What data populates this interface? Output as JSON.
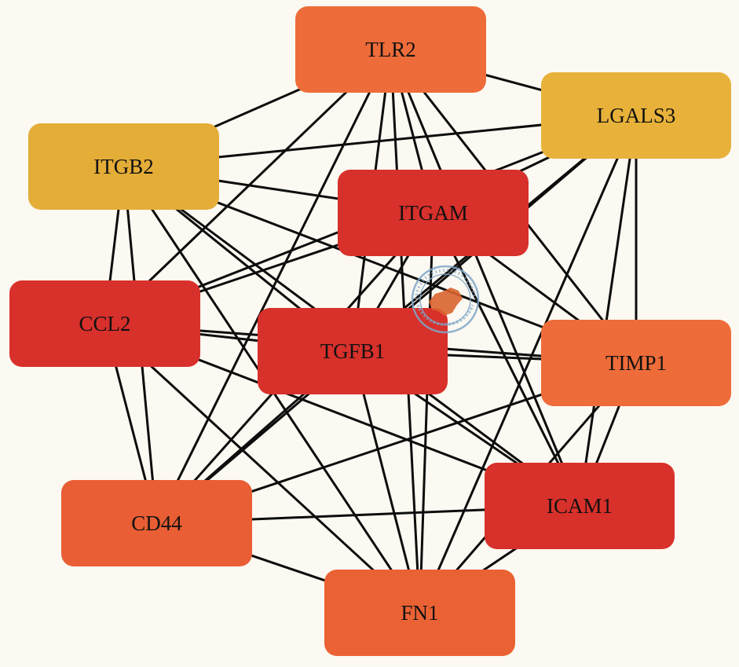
{
  "nodes": [
    {
      "id": "TLR2",
      "label": "TLR2",
      "color": "#ee6c3a"
    },
    {
      "id": "LGALS3",
      "label": "LGALS3",
      "color": "#e8b23a"
    },
    {
      "id": "ITGB2",
      "label": "ITGB2",
      "color": "#e4ad38"
    },
    {
      "id": "ITGAM",
      "label": "ITGAM",
      "color": "#d8302b"
    },
    {
      "id": "CCL2",
      "label": "CCL2",
      "color": "#d8302b"
    },
    {
      "id": "TGFB1",
      "label": "TGFB1",
      "color": "#d8302b"
    },
    {
      "id": "TIMP1",
      "label": "TIMP1",
      "color": "#ee6c3a"
    },
    {
      "id": "CD44",
      "label": "CD44",
      "color": "#e95e34"
    },
    {
      "id": "ICAM1",
      "label": "ICAM1",
      "color": "#d8302b"
    },
    {
      "id": "FN1",
      "label": "FN1",
      "color": "#ea6234"
    }
  ],
  "edges": [
    [
      "TLR2",
      "LGALS3"
    ],
    [
      "TLR2",
      "ITGB2"
    ],
    [
      "TLR2",
      "ITGAM"
    ],
    [
      "TLR2",
      "CCL2"
    ],
    [
      "TLR2",
      "TGFB1"
    ],
    [
      "TLR2",
      "TIMP1"
    ],
    [
      "TLR2",
      "CD44"
    ],
    [
      "TLR2",
      "ICAM1"
    ],
    [
      "TLR2",
      "FN1"
    ],
    [
      "LGALS3",
      "ITGB2"
    ],
    [
      "LGALS3",
      "ITGAM"
    ],
    [
      "LGALS3",
      "CCL2"
    ],
    [
      "LGALS3",
      "TGFB1"
    ],
    [
      "LGALS3",
      "TIMP1"
    ],
    [
      "LGALS3",
      "CD44"
    ],
    [
      "LGALS3",
      "ICAM1"
    ],
    [
      "LGALS3",
      "FN1"
    ],
    [
      "ITGB2",
      "ITGAM"
    ],
    [
      "ITGB2",
      "CCL2"
    ],
    [
      "ITGB2",
      "TGFB1"
    ],
    [
      "ITGB2",
      "TIMP1"
    ],
    [
      "ITGB2",
      "CD44"
    ],
    [
      "ITGB2",
      "ICAM1"
    ],
    [
      "ITGB2",
      "FN1"
    ],
    [
      "ITGAM",
      "CCL2"
    ],
    [
      "ITGAM",
      "TGFB1"
    ],
    [
      "ITGAM",
      "TIMP1"
    ],
    [
      "ITGAM",
      "CD44"
    ],
    [
      "ITGAM",
      "ICAM1"
    ],
    [
      "ITGAM",
      "FN1"
    ],
    [
      "CCL2",
      "TGFB1"
    ],
    [
      "CCL2",
      "TIMP1"
    ],
    [
      "CCL2",
      "CD44"
    ],
    [
      "CCL2",
      "ICAM1"
    ],
    [
      "CCL2",
      "FN1"
    ],
    [
      "TGFB1",
      "TIMP1"
    ],
    [
      "TGFB1",
      "CD44"
    ],
    [
      "TGFB1",
      "ICAM1"
    ],
    [
      "TGFB1",
      "FN1"
    ],
    [
      "TIMP1",
      "CD44"
    ],
    [
      "TIMP1",
      "ICAM1"
    ],
    [
      "TIMP1",
      "FN1"
    ],
    [
      "CD44",
      "ICAM1"
    ],
    [
      "CD44",
      "FN1"
    ],
    [
      "ICAM1",
      "FN1"
    ]
  ],
  "watermark": {
    "text": "CHINESE MEDICAL ASSOCIATION",
    "color": "#7fa6c9",
    "map_color": "#d9642f"
  }
}
